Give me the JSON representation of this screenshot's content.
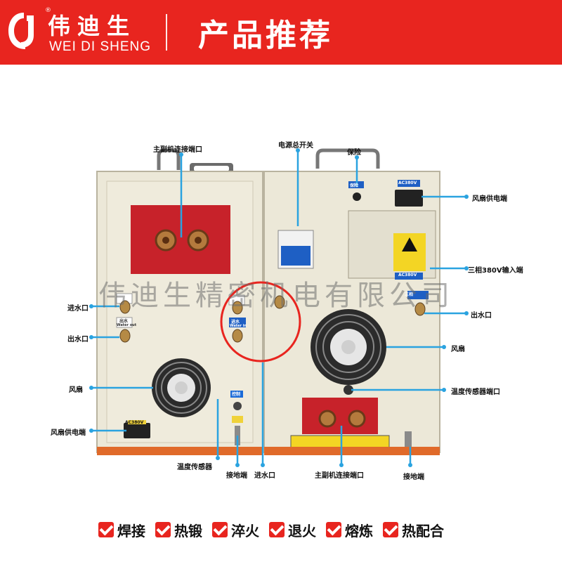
{
  "header": {
    "brand_cn": "伟迪生",
    "brand_en": "WEI DI SHENG",
    "registered_mark": "®",
    "title": "产品推荐"
  },
  "watermark": "伟迪生精密机电有限公司",
  "callouts": {
    "host_connect_top": "主副机连接端口",
    "power_switch": "电源总开关",
    "fuse": "保险",
    "fan_power_right": "风扇供电端",
    "three_phase_input": "三相380V输入端",
    "water_inlet_left": "进水口",
    "water_outlet_left": "出水口",
    "water_outlet_right": "出水口",
    "fan_left": "风扇",
    "fan_right": "风扇",
    "temp_sensor_port": "温度传感器端口",
    "fan_power_left": "风扇供电端",
    "temp_sensor": "温度传感器",
    "ground_left": "接地端",
    "water_inlet_bottom": "进水口",
    "host_connect_bottom": "主副机连接端口",
    "ground_right": "接地端"
  },
  "panel_labels": {
    "ac380v": "AC380V",
    "ac380v_small": "AC380V",
    "three_phase": "三相",
    "water_in_cn": "进水",
    "water_in_en": "Water in",
    "water_out_cn": "出水",
    "water_out_en": "Water out",
    "control": "控制",
    "fuse_tag": "保险"
  },
  "features": [
    {
      "label": "焊接"
    },
    {
      "label": "热锻"
    },
    {
      "label": "淬火"
    },
    {
      "label": "退火"
    },
    {
      "label": "熔炼"
    },
    {
      "label": "热配合"
    }
  ],
  "colors": {
    "brand_red": "#e8251f",
    "callout_line": "#2aa3e0",
    "cabinet": "#ece8d8",
    "panel_red": "#c7222a",
    "base_orange": "#e06a2a"
  }
}
